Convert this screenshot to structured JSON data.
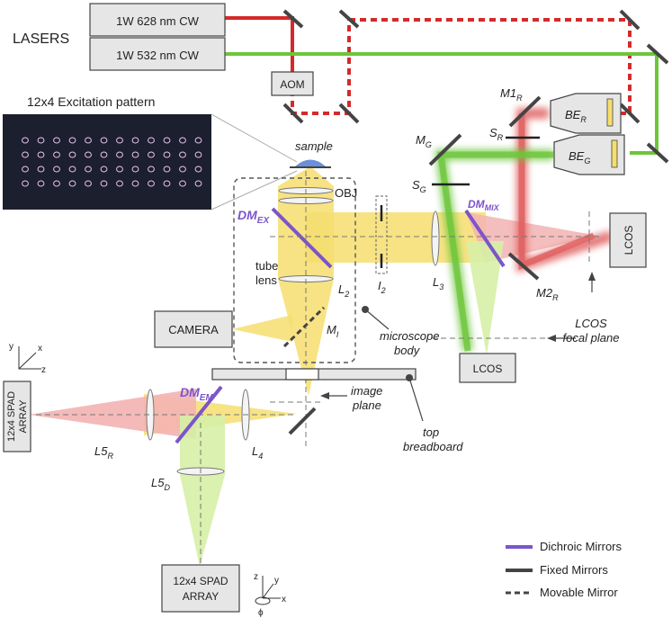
{
  "lasers": {
    "title": "LASERS",
    "red": "1W 628 nm CW",
    "green": "1W 532 nm CW",
    "aom": "AOM"
  },
  "pattern": {
    "title": "12x4 Excitation pattern",
    "rows": 4,
    "cols": 12
  },
  "labels": {
    "sample": "sample",
    "obj": "OBJ",
    "dm_ex": "DM",
    "dm_ex_sub": "EX",
    "dm_mix": "DM",
    "dm_mix_sub": "MIX",
    "dm_em": "DM",
    "dm_em_sub": "EM",
    "tube_lens_1": "tube",
    "tube_lens_2": "lens",
    "l2": "L",
    "l2_sub": "2",
    "i2": "I",
    "i2_sub": "2",
    "l3": "L",
    "l3_sub": "3",
    "l4": "L",
    "l4_sub": "4",
    "l5r": "L5",
    "l5r_sub": "R",
    "l5d": "L5",
    "l5d_sub": "D",
    "mi": "M",
    "mi_sub": "I",
    "mg": "M",
    "mg_sub": "G",
    "sg": "S",
    "sg_sub": "G",
    "sr": "S",
    "sr_sub": "R",
    "m1r": "M1",
    "m1r_sub": "R",
    "m2r": "M2",
    "m2r_sub": "R",
    "ber": "BE",
    "ber_sub": "R",
    "beg": "BE",
    "beg_sub": "G",
    "camera": "CAMERA",
    "lcos_right": "LCOS",
    "lcos_bottom": "LCOS",
    "microscope_body_1": "microscope",
    "microscope_body_2": "body",
    "lcos_focal_1": "LCOS",
    "lcos_focal_2": "focal plane",
    "image_plane_1": "image",
    "image_plane_2": "plane",
    "top_breadboard_1": "top",
    "top_breadboard_2": "breadboard",
    "spad_left_1": "12x4 SPAD",
    "spad_left_2": "ARRAY",
    "spad_bottom_1": "12x4 SPAD",
    "spad_bottom_2": "ARRAY",
    "axis_y": "y",
    "axis_x": "x",
    "axis_z": "z",
    "axis_phi": "ϕ"
  },
  "legend": {
    "dichroic": "Dichroic Mirrors",
    "fixed": "Fixed Mirrors",
    "movable": "Movable Mirror"
  },
  "colors": {
    "red_beam": "#d42a2a",
    "green_beam": "#6cc63a",
    "yellow_beam": "#f6de6e",
    "pink_beam": "#f3b3b3",
    "lightgreen_beam": "#d6f0a6",
    "dichroic": "#7b55c9",
    "mirror": "#444444",
    "box_fill": "#e6e6e6"
  }
}
